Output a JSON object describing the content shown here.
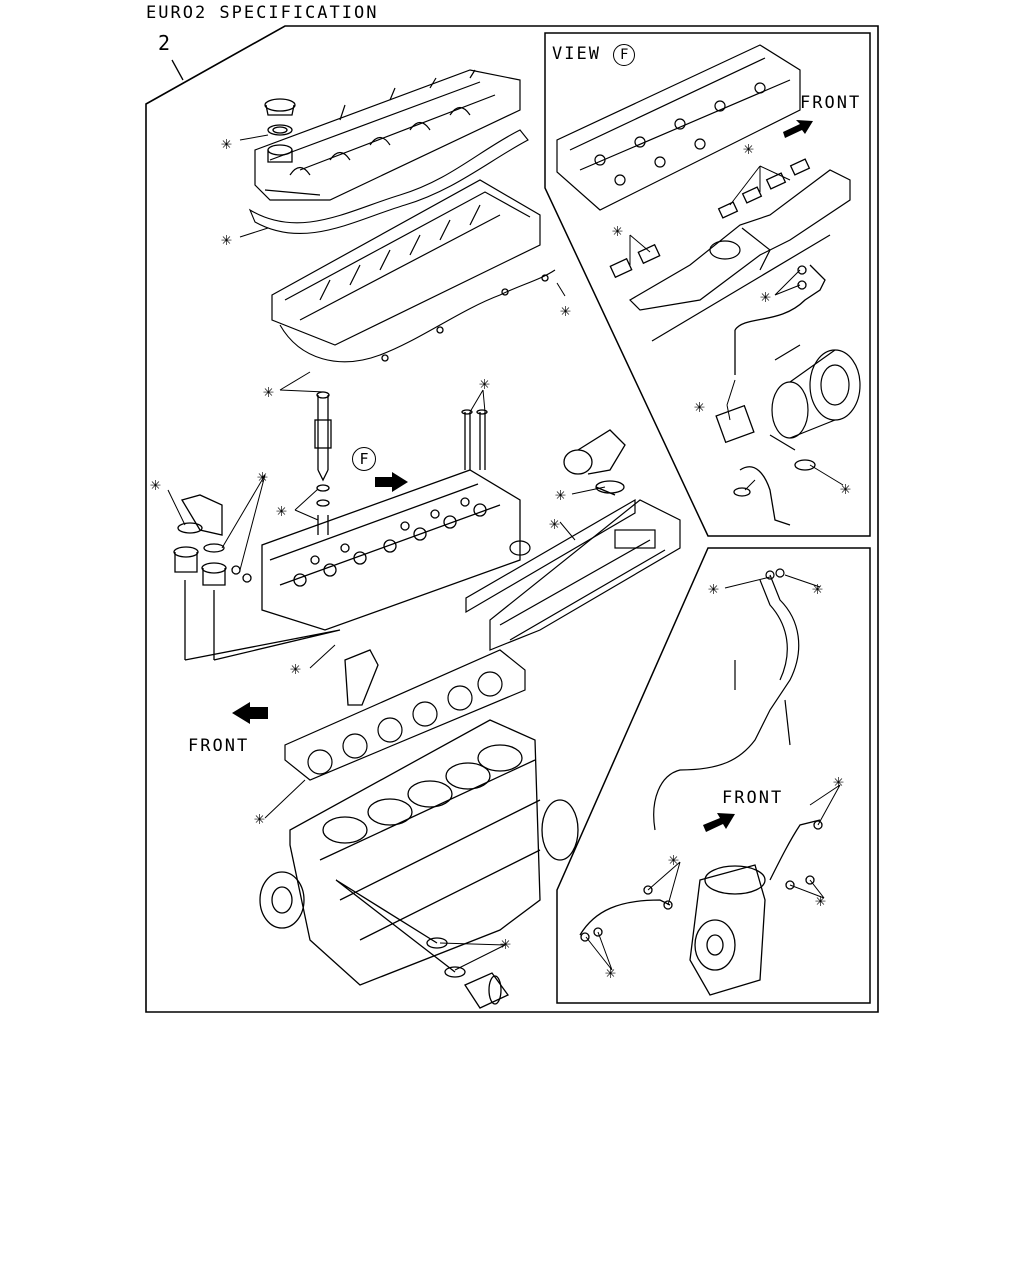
{
  "header": {
    "spec_title": "EURO2 SPECIFICATION",
    "item_number": "2"
  },
  "view": {
    "prefix": "VIEW",
    "letter": "F"
  },
  "callout_marker": "F",
  "front_labels": [
    "FRONT",
    "FRONT",
    "FRONT"
  ],
  "asterisk_symbol": "✳"
}
